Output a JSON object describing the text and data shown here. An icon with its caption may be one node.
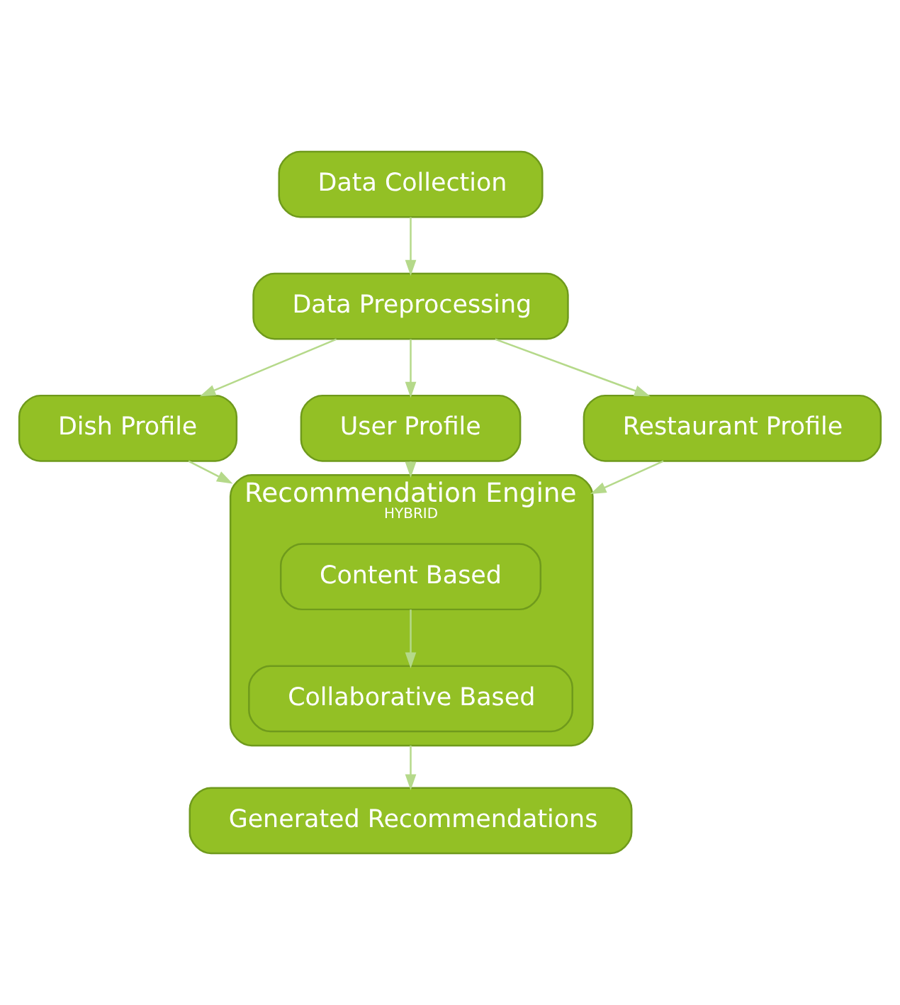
{
  "diagram": {
    "nodes": [
      {
        "text": [
          "Data Collection"
        ]
      },
      {
        "text": [
          "Data Preprocessing"
        ]
      },
      {
        "text": [
          "Dish Profile"
        ]
      },
      {
        "text": [
          "User Profile"
        ]
      },
      {
        "text": [
          "Restaurant Profile"
        ]
      },
      {
        "text": [
          "Recommendation Engine",
          "HYBRID"
        ]
      },
      {
        "text": [
          "Content Based"
        ],
        "in": 5
      },
      {
        "text": [
          "Collaborative Based"
        ],
        "in": 5
      },
      {
        "text": [
          "Generated Recommendations"
        ]
      }
    ],
    "edges": [
      {
        "from": 0,
        "to": 1,
        "arrow": "to"
      },
      {
        "from": 1,
        "to": 2,
        "arrow": "to"
      },
      {
        "from": 1,
        "to": 3,
        "arrow": "to"
      },
      {
        "from": 1,
        "to": 4,
        "arrow": "to"
      },
      {
        "from": 2,
        "to": 5,
        "arrow": "to"
      },
      {
        "from": 3,
        "to": 5,
        "arrow": "to"
      },
      {
        "from": 4,
        "to": 5,
        "arrow": "to"
      },
      {
        "from": 6,
        "to": 7,
        "arrow": "to"
      },
      {
        "from": 5,
        "to": 8,
        "arrow": "to"
      }
    ]
  }
}
